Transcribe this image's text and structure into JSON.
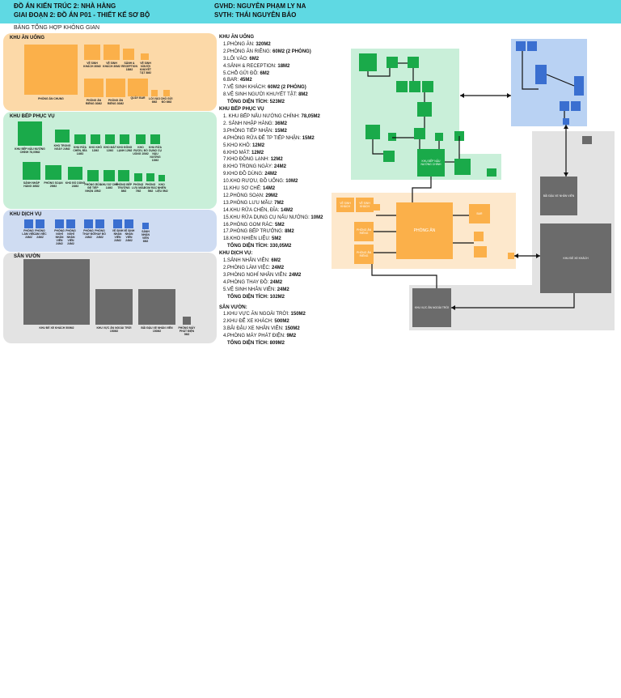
{
  "header": {
    "title_line1": "ĐỒ ÁN KIẾN TRÚC 2: NHÀ HÀNG",
    "title_line2": "GIAI ĐOẠN 2: ĐỒ ÁN P01 - THIẾT KẾ SƠ BỘ",
    "gvhd": "GVHD: NGUYỄN PHẠM LY NA",
    "svth": "SVTH: THÁI NGUYÊN BẢO",
    "color": "#5fd9e3"
  },
  "summary_title": "BẢNG TỔNG HỢP KHÔNG GIAN",
  "panels": {
    "dining": {
      "title": "KHU ĂN UỐNG",
      "color": "#fcd9a8",
      "block_color": "#fbb04a",
      "blocks": [
        "PHÒNG ĂN CHUNG",
        "VỆ SINH KHÁCH 30M2",
        "VỆ SINH KHÁCH 30M2",
        "SẢNH & RECEPTION 18M2",
        "VỆ SINH NGƯỜI KHUYẾT TẬT 8M2",
        "PHÒNG ĂN RIÊNG 30M2",
        "PHÒNG ĂN RIÊNG 30M2",
        "QUẦY BAR",
        "LỐI VÀO 6M2",
        "CHỖ GỬI ĐỒ 6M2"
      ]
    },
    "kitchen": {
      "title": "KHU BẾP PHỤC VỤ",
      "color": "#c9efd9",
      "block_color": "#1aaa4a",
      "blocks": [
        "KHU BẾP NẤU NƯỚNG CHÍNH 78,05M2",
        "KHO TRONG NGÀY 24M2",
        "KHU RỬA CHÉN, ĐĨA 14M2",
        "KHO KHÔ 12M2",
        "KHO MÁT 12M2",
        "KHO ĐÔNG LẠNH 12M2",
        "KHO RƯỢU, ĐỒ UỐNG 10M2",
        "KHU RỬA DỤNG CỤ NẤU NƯỚNG 10M2",
        "SẢNH NHẬP HÀNG 36M2",
        "PHÒNG SOẠN 29M2",
        "KHO ĐỒ DÙNG 24M2",
        "PHÒNG RỬA ĐỂ TIẾP NHẬN 15M2",
        "KHU SƠ CHẾ 14M2",
        "PHÒNG BẾP TRƯỞNG 8M2",
        "PHÒNG LƯU MẪU 7M2",
        "PHÒNG GOM RÁC 5M2",
        "KHO NHIÊN LIỆU 5M2"
      ]
    },
    "service": {
      "title": "KHU DỊCH VỤ",
      "color": "#cfdcf2",
      "block_color": "#3a6fd0",
      "blocks": [
        "PHÒNG LÀM VIỆC 24M2",
        "PHÒNG LÀM VIỆC 24M2",
        "PHÒNG NGHỈ NHÂN VIÊN 24M2",
        "PHÒNG NGHỈ NHÂN VIÊN 24M2",
        "PHÒNG THAY ĐỒ 24M2",
        "PHÒNG THAY ĐỒ 24M2",
        "VỆ SINH NHÂN VIÊN 24M2",
        "VỆ SINH NHÂN VIÊN 24M2",
        "SẢNH NHÂN VIÊN 6M2"
      ]
    },
    "garden": {
      "title": "SÂN VƯỜN",
      "color": "#e3e3e3",
      "block_color": "#6b6b6b",
      "blocks": [
        "KHU ĐỂ XE KHÁCH 500M2",
        "KHU VỰC ĂN NGOÀI TRỜI 150M2",
        "BÃI ĐẬU XE NHÂN VIÊN 150M2",
        "PHÒNG MÁY PHÁT ĐIỆN 9M2"
      ]
    }
  },
  "list": {
    "dining": {
      "heading": "KHU ĂN UỐNG",
      "items": [
        {
          "name": "1.PHÒNG ĂN: ",
          "value": "320M2"
        },
        {
          "name": "2.PHÒNG ĂN RIÊNG: ",
          "value": "60M2 (2 PHÒNG)"
        },
        {
          "name": "3.LỐI VÀO: ",
          "value": "6M2"
        },
        {
          "name": "4.SẢNH & RECEPTION: ",
          "value": "18M2"
        },
        {
          "name": "5.CHỖ GỬI ĐỒ: ",
          "value": "6M2"
        },
        {
          "name": "6.BAR: ",
          "value": "45M2"
        },
        {
          "name": "7.VỆ SINH KHÁCH: ",
          "value": "60M2 (2 PHÒNG)"
        },
        {
          "name": "8.VỆ SINH NGƯỜI KHUYẾT TẬT: ",
          "value": "8M2"
        }
      ],
      "total_label": "TỔNG DIỆN TÍCH: ",
      "total_value": "523M2"
    },
    "kitchen": {
      "heading": "KHU BẾP PHỤC VỤ",
      "items": [
        {
          "name": "1. KHU BẾP NẤU NƯỚNG CHÍNH: ",
          "value": "78,05M2"
        },
        {
          "name": "2. SẢNH NHẬP HÀNG: ",
          "value": "36M2"
        },
        {
          "name": "3.PHÒNG TIẾP NHẬN: ",
          "value": "15M2"
        },
        {
          "name": "4.PHÒNG RỬA ĐỂ TP TIẾP NHẬN: ",
          "value": "15M2"
        },
        {
          "name": "5.KHO KHÔ: ",
          "value": "12M2"
        },
        {
          "name": "6.KHO MÁT: ",
          "value": "12M2"
        },
        {
          "name": "7.KHO ĐÔNG LẠNH: ",
          "value": "12M2"
        },
        {
          "name": "8.KHO TRONG NGÀY: ",
          "value": "24M2"
        },
        {
          "name": "9.KHO ĐỒ DÙNG: ",
          "value": "24M2"
        },
        {
          "name": "10.KHO RƯỢU, ĐỒ UỐNG: ",
          "value": "10M2"
        },
        {
          "name": "11.KHU SƠ CHẾ: ",
          "value": "14M2"
        },
        {
          "name": "12.PHÒNG SOẠN: ",
          "value": "29M2"
        },
        {
          "name": "13.PHÒNG LƯU MẪU: ",
          "value": "7M2"
        },
        {
          "name": "14.KHU RỬA CHÉN, ĐĨA: ",
          "value": "14M2"
        },
        {
          "name": "15.KHU RỬA DỤNG CỤ NẤU NƯỚNG: ",
          "value": "10M2"
        },
        {
          "name": "16.PHÒNG GOM RÁC: ",
          "value": "5M2"
        },
        {
          "name": "17.PHÒNG BẾP TRƯỞNG: ",
          "value": "8M2"
        },
        {
          "name": "18.KHO NHIÊN LIỆU: ",
          "value": "5M2"
        }
      ],
      "total_label": "TỔNG DIỆN TÍCH: ",
      "total_value": "330,05M2"
    },
    "service": {
      "heading": "KHU DỊCH VỤ:",
      "items": [
        {
          "name": "1.SẢNH NHÂN VIÊN: ",
          "value": "6M2"
        },
        {
          "name": "2.PHÒNG LÀM VIỆC: ",
          "value": "24M2"
        },
        {
          "name": "3.PHÒNG NGHỈ NHÂN VIÊN: ",
          "value": "24M2"
        },
        {
          "name": "4.PHÒNG THAY ĐỒ: ",
          "value": "24M2"
        },
        {
          "name": "5.VỆ SINH NHÂN VIÊN: ",
          "value": "24M2"
        }
      ],
      "total_label": "TỔNG DIỆN TÍCH: ",
      "total_value": "102M2"
    },
    "garden": {
      "heading": "SÂN VƯỜN:",
      "items": [
        {
          "name": "1.KHU VỰC ĂN NGOÀI TRỜI: ",
          "value": "150M2"
        },
        {
          "name": "2.KHU ĐỂ XE KHÁCH: ",
          "value": "500M2"
        },
        {
          "name": "3.BÃI ĐẬU XE NHÂN VIÊN: ",
          "value": "150M2"
        },
        {
          "name": "4.PHÒNG MÁY PHÁT ĐIỆN: ",
          "value": "9M2"
        }
      ],
      "total_label": "TỔNG DIỆN TÍCH: ",
      "total_value": "809M2"
    }
  },
  "diagram": {
    "kitchen_main": "KHU BẾP NẤU NƯỚNG CHÍNH",
    "dining_main": "PHÒNG ĂN",
    "bar": "BAR",
    "wc1": "VỆ SINH KHÁCH",
    "wc2": "VỆ SINH KHÁCH",
    "private1": "PHÒNG ĂN RIÊNG",
    "private2": "PHÒNG ĂN RIÊNG",
    "staff_parking": "BÃI ĐẬU XE NHÂN VIÊN",
    "guest_parking": "KHU ĐỂ XE KHÁCH",
    "outdoor": "KHU VỰC ĂN NGOÀI TRỜI"
  }
}
